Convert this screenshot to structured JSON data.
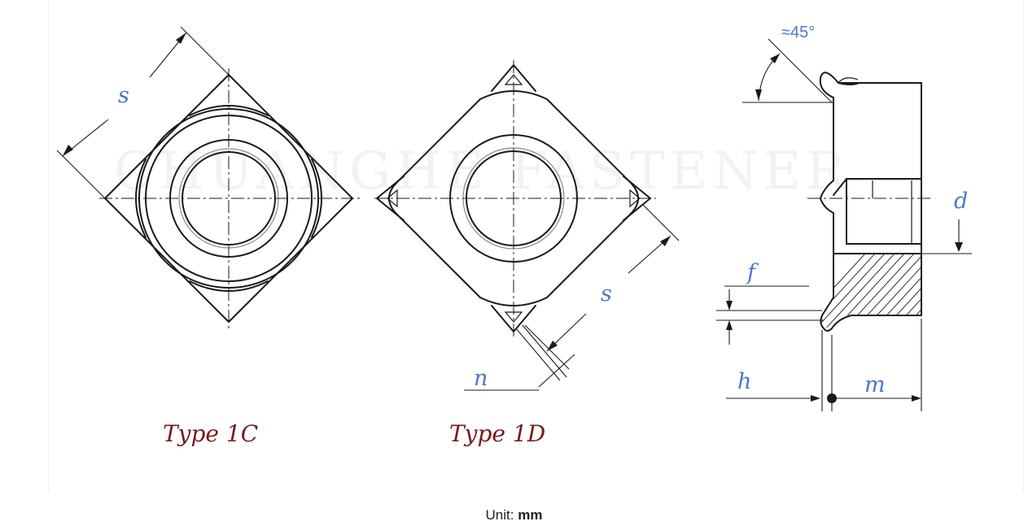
{
  "labels": {
    "type_1c": {
      "s": "s",
      "caption": "Type 1C"
    },
    "type_1d": {
      "s": "s",
      "n": "n",
      "caption": "Type 1D"
    },
    "side": {
      "angle": "≈45°",
      "d": "d",
      "f": "f",
      "h": "h",
      "m": "m"
    }
  },
  "unit": {
    "prefix": "Unit: ",
    "value": "mm"
  },
  "colors": {
    "dimension_label": "#4a78c8",
    "type_caption": "#7a1a1a",
    "line": "#1a1a1a"
  }
}
